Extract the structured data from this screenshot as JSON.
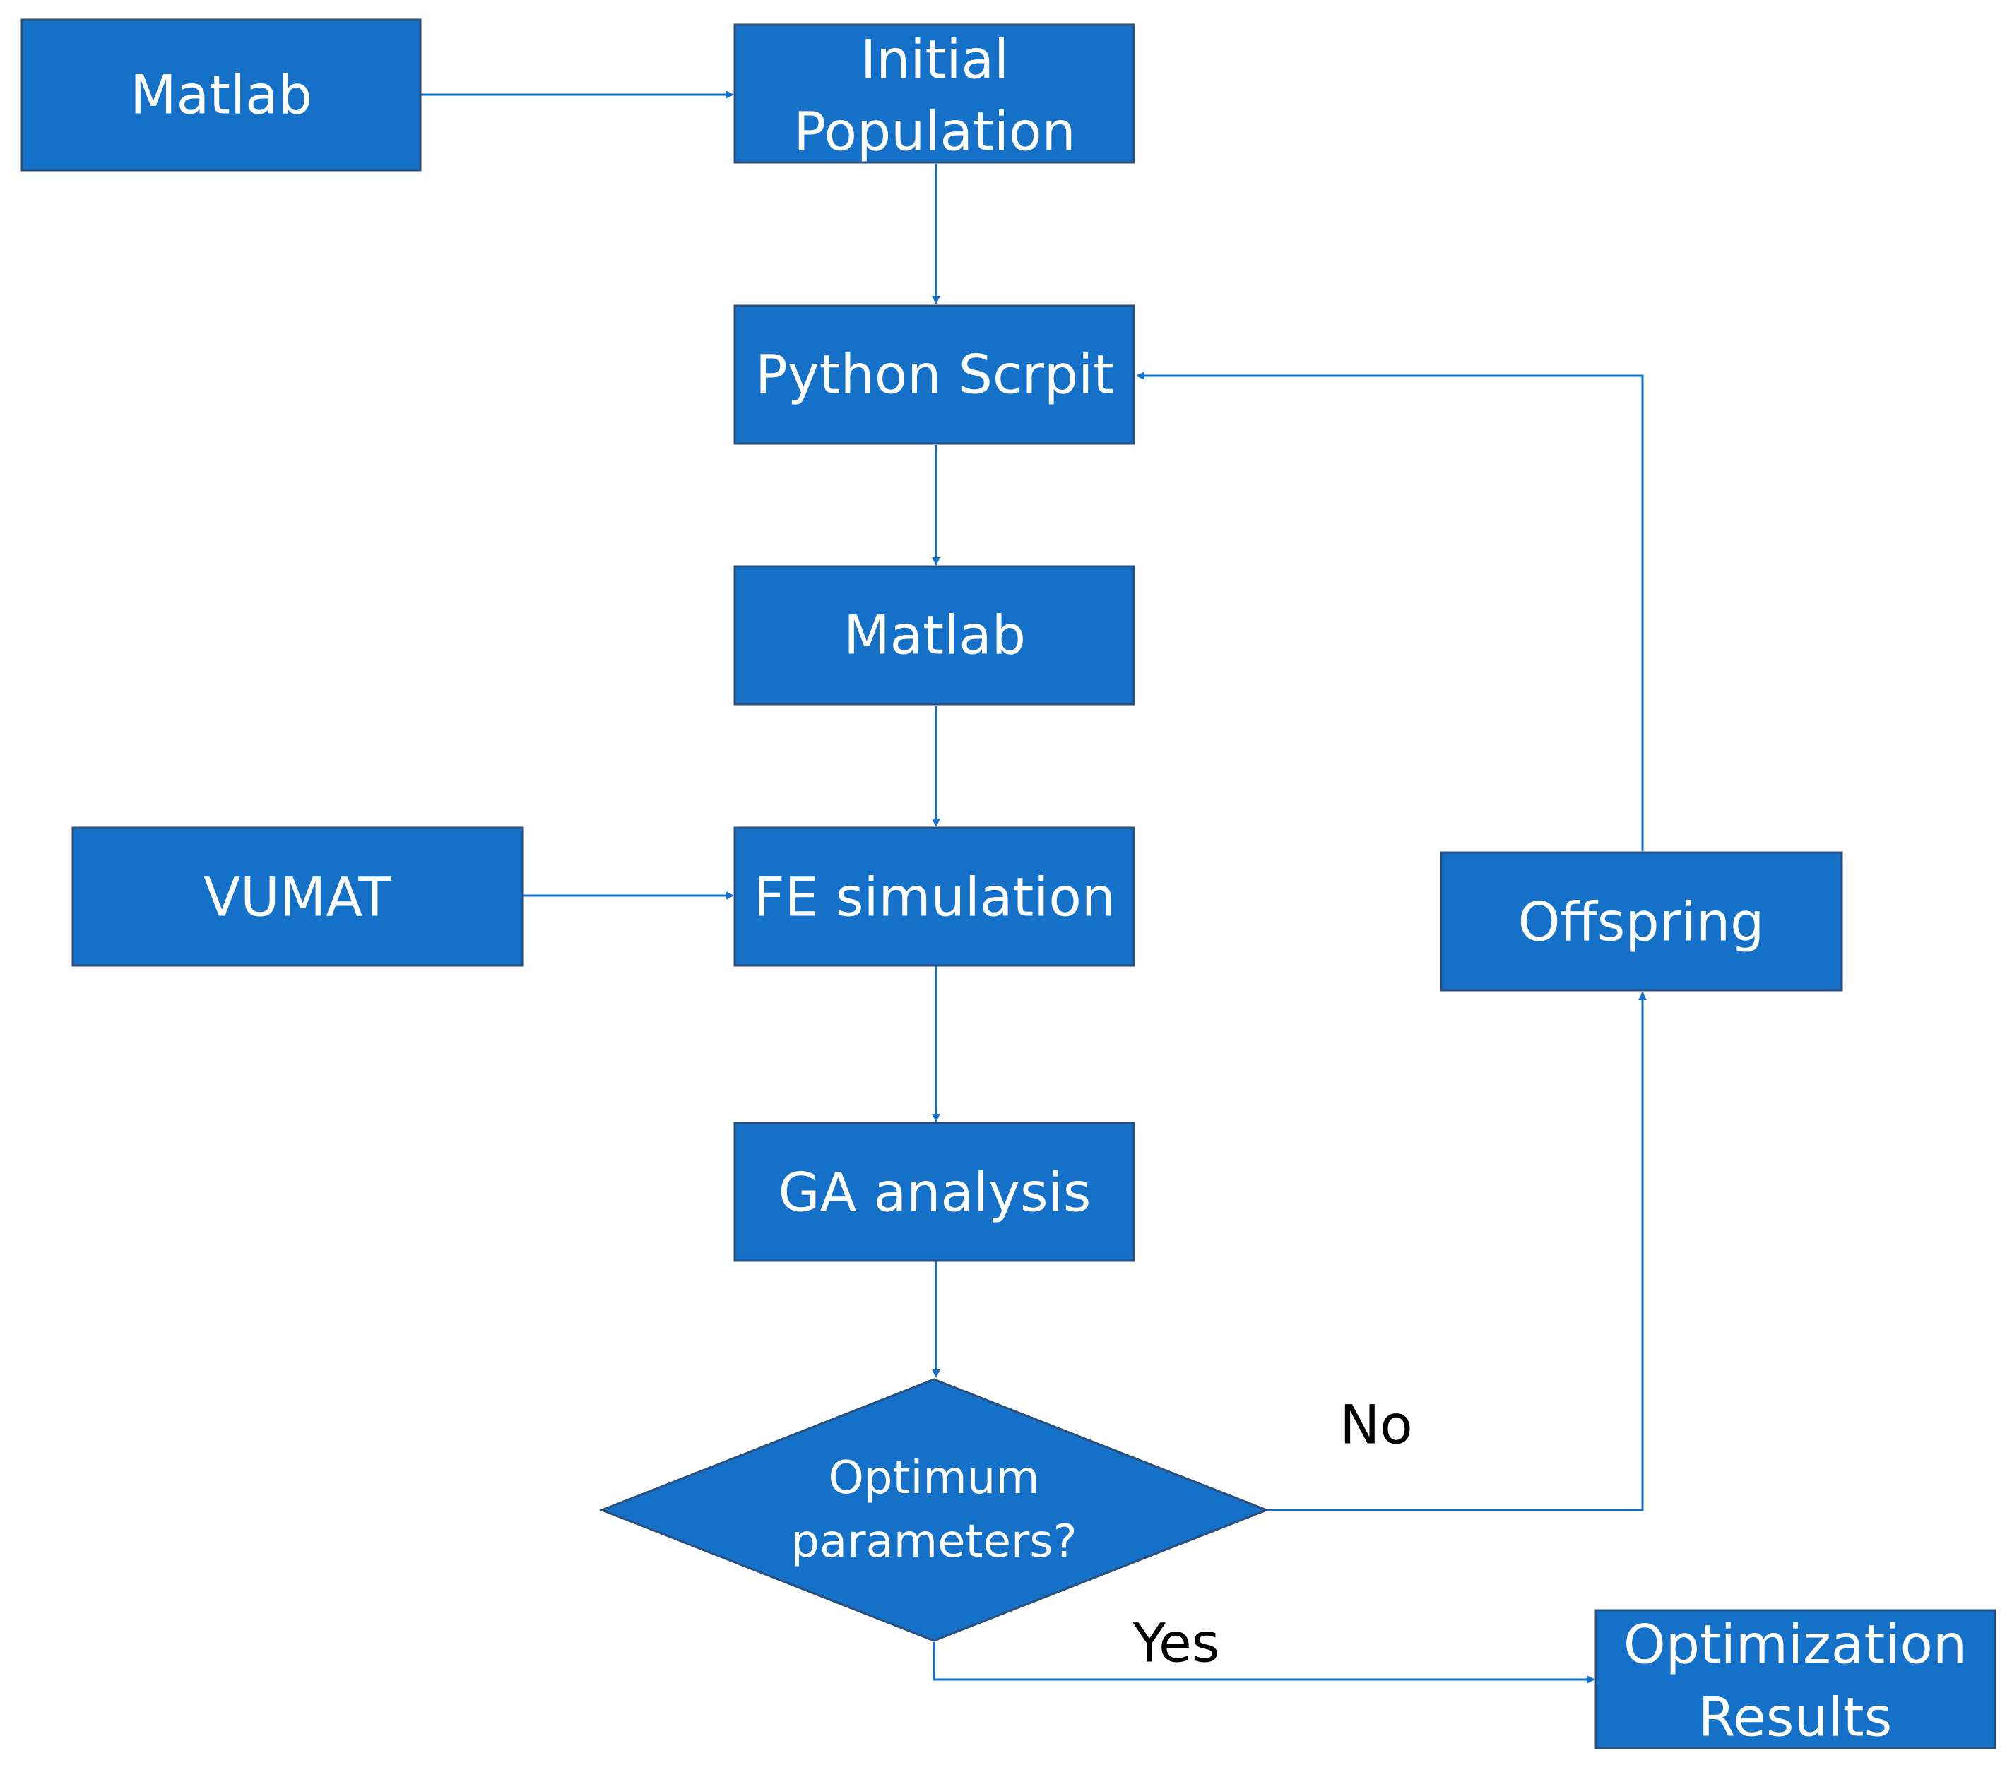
{
  "nodes": {
    "matlab_top": "Matlab",
    "initial_population": [
      "Initial",
      "Population"
    ],
    "python_script": "Python Scrpit",
    "matlab_mid": "Matlab",
    "vumat": "VUMAT",
    "fe_simulation": "FE simulation",
    "ga_analysis": "GA analysis",
    "decision": [
      "Optimum",
      "parameters?"
    ],
    "offspring": "Offspring",
    "optimization_results": [
      "Optimization",
      "Results"
    ]
  },
  "edge_labels": {
    "no": "No",
    "yes": "Yes"
  },
  "colors": {
    "node_fill": "#1570C8",
    "node_border": "#2A4F7C",
    "connector": "#1570C8",
    "node_text": "#FFFFFF",
    "label_text": "#000000"
  }
}
